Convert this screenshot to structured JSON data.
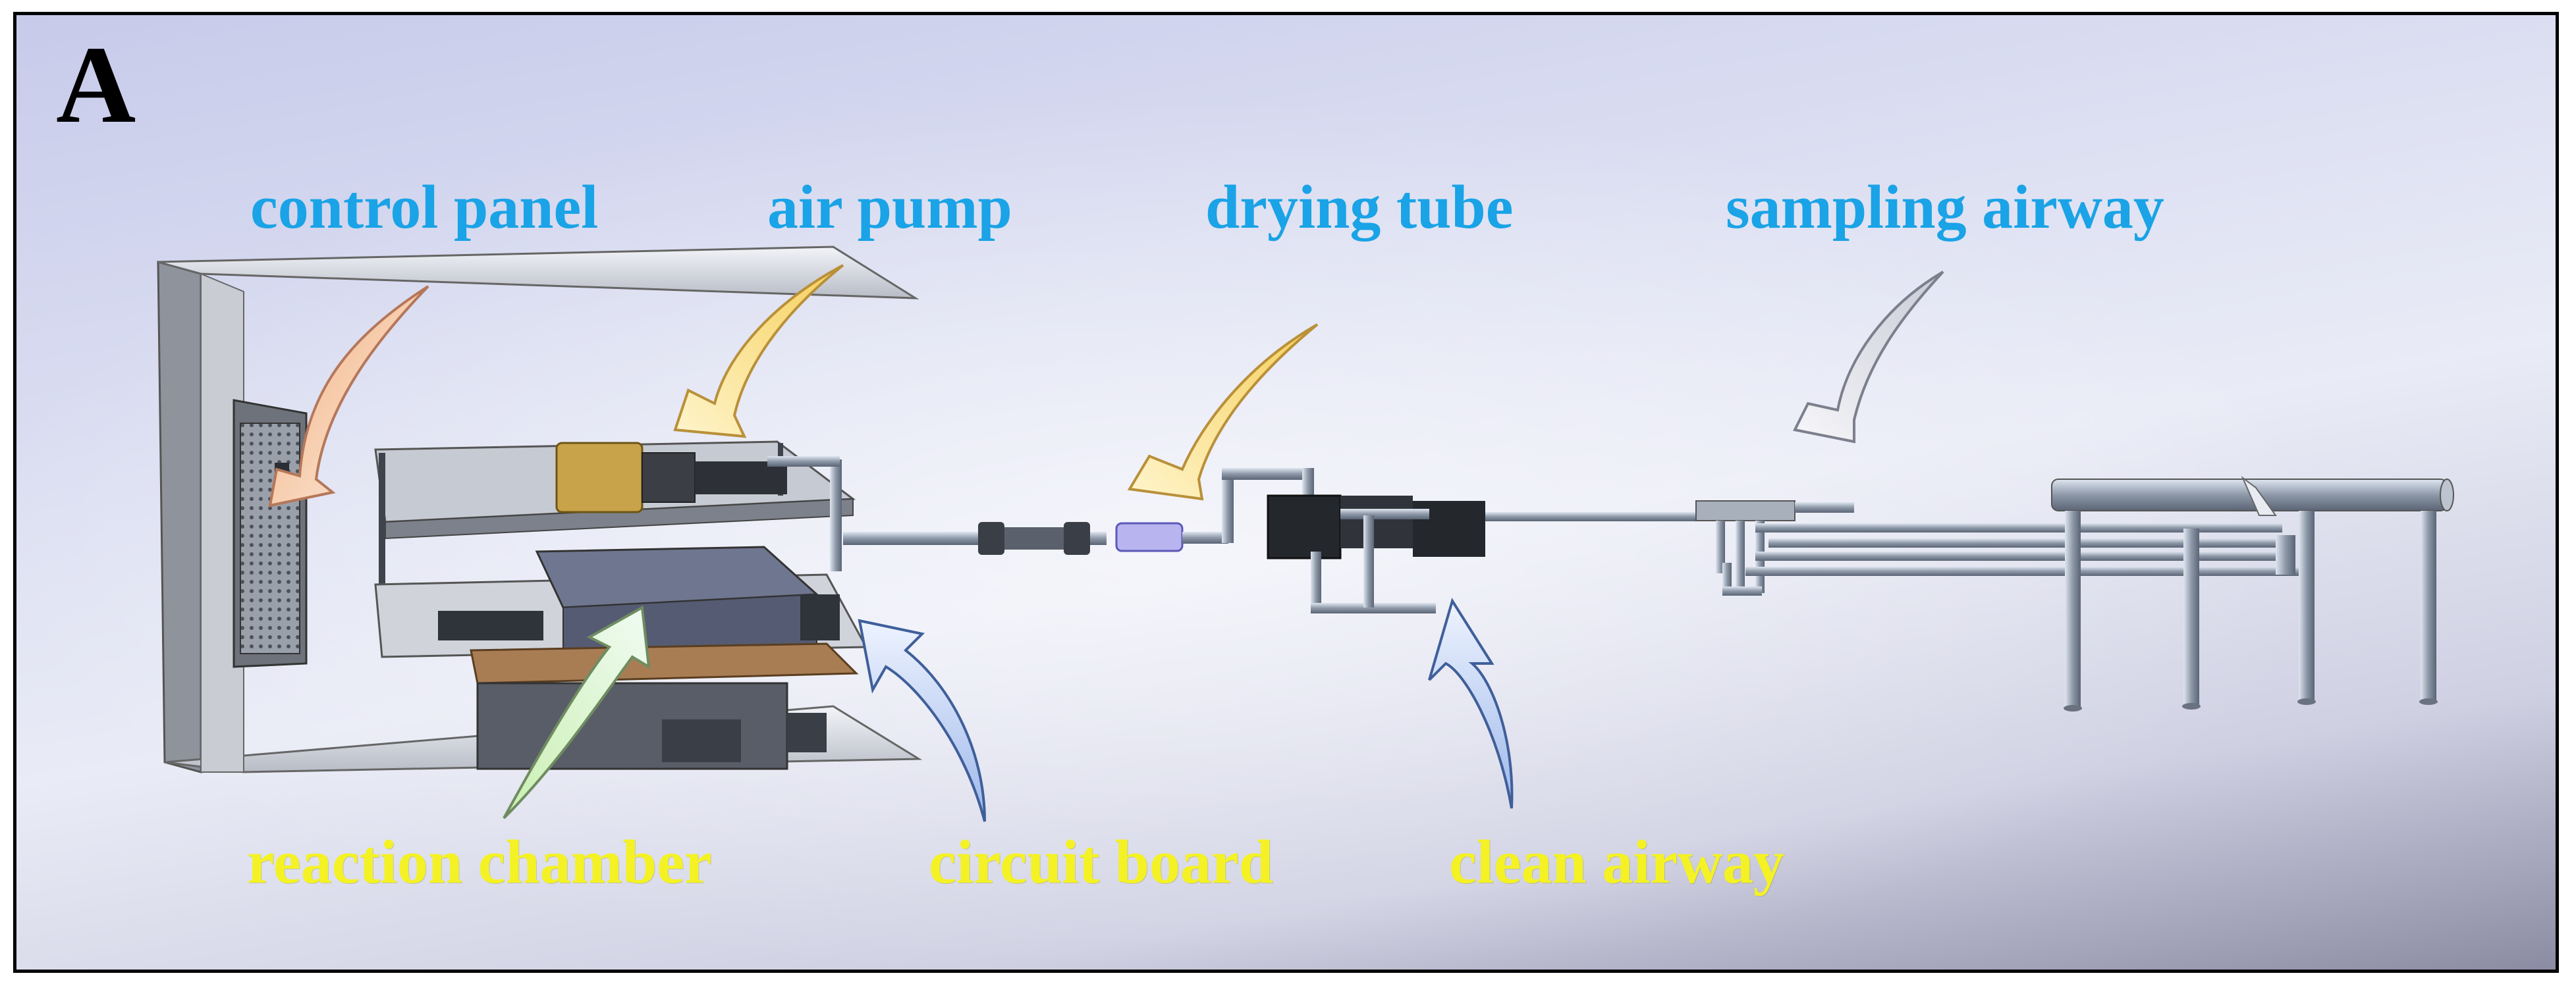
{
  "panel_letter": "A",
  "labels": {
    "control_panel": "control panel",
    "air_pump": "air pump",
    "drying_tube": "drying tube",
    "sampling_airway": "sampling airway",
    "reaction_chamber": "reaction chamber",
    "circuit_board": "circuit board",
    "clean_airway": "clean airway"
  },
  "colors": {
    "label_top": "#1aa3e6",
    "label_bottom": "#f4f224",
    "border": "#000000"
  }
}
